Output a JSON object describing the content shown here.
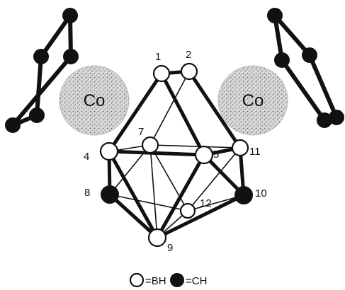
{
  "diagram": {
    "metal_label": "Co",
    "vertex_labels": {
      "v1": "1",
      "v2": "2",
      "v4": "4",
      "v5": "5",
      "v7": "7",
      "v8": "8",
      "v9": "9",
      "v10": "10",
      "v11": "11",
      "v12": "12"
    },
    "vertex_types": {
      "v1": "BH",
      "v2": "BH",
      "v4": "BH",
      "v5": "BH",
      "v7": "BH",
      "v8": "CH",
      "v9": "BH",
      "v10": "CH",
      "v11": "BH",
      "v12": "BH"
    }
  },
  "legend": {
    "bh_label": "=BH",
    "ch_label": "=CH"
  },
  "colors": {
    "bond": "#111111",
    "bh_fill": "#ffffff",
    "ch_fill": "#111111",
    "cobalt_fill": "#d8d8d8"
  }
}
